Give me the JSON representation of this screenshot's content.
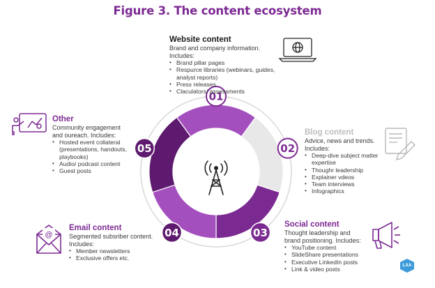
{
  "title": "Figure 3. The content ecosystem",
  "colors": {
    "purple_dark": "#5d1a6e",
    "purple_mid": "#7a2a91",
    "purple_light": "#a44fbe",
    "gray_segment": "#e8e8e8",
    "title_color": "#7d2a93"
  },
  "segments": [
    {
      "number": "01",
      "name": "Website content",
      "color": "#a44fbe",
      "number_bg": "#ffffff"
    },
    {
      "number": "02",
      "name": "Blog content",
      "color": "#e8e8e8",
      "number_bg": "#ffffff"
    },
    {
      "number": "03",
      "name": "Social content",
      "color": "#7a2a91",
      "number_bg": "#7a2a91"
    },
    {
      "number": "04",
      "name": "Email content",
      "color": "#a44fbe",
      "number_bg": "#5d1a6e"
    },
    {
      "number": "05",
      "name": "Other",
      "color": "#5d1a6e",
      "number_bg": "#5d1a6e"
    }
  ],
  "center_icon": "broadcast-tower-icon",
  "blocks": {
    "website": {
      "heading": "Website content",
      "desc": "Brand and company information. Includes:",
      "items": [
        "Brand pillar pages",
        "Respurce libraries (webinars, guides, analyst reports)",
        "Press releases",
        "Claculators/ assessments"
      ],
      "icon": "laptop-globe-icon"
    },
    "blog": {
      "heading": "Blog content",
      "desc": "Advice, news and trends. Includes:",
      "items": [
        "Deep-dive subject matter expertise",
        "Thoughr leadership",
        "Explainer vdeos",
        "Team interviews",
        "Infographics"
      ],
      "icon": "document-pencil-icon"
    },
    "social": {
      "heading": "Social content",
      "desc": "Thought leadership and brand positioning. Includes:",
      "items": [
        "YouTube content",
        "SlideShare presentations",
        "Executive LinkedIn posts",
        "Link & video posts"
      ],
      "icon": "megaphone-icon"
    },
    "email": {
      "heading": "Email content",
      "desc": "Segmented subsriber content. Includes:",
      "items": [
        "Member newsletters",
        "Exclusive offers etc."
      ],
      "icon": "email-icon"
    },
    "other": {
      "heading": "Other",
      "desc": "Community engagement and oureach. Includes:",
      "items": [
        "Hosted event collateral (presentations, handouts, playbooks)",
        "Audio/ podcast content",
        "Guest posts"
      ],
      "icon": "presentation-board-icon"
    }
  },
  "logo": "LXA"
}
